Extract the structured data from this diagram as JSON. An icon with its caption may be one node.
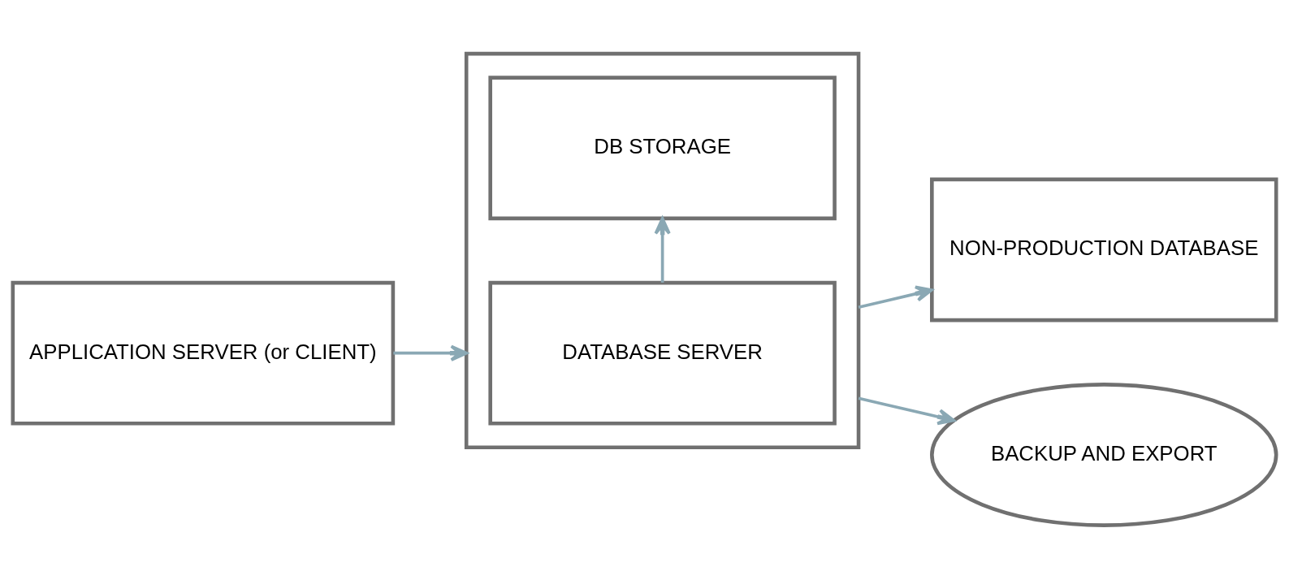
{
  "diagram": {
    "nodes": [
      {
        "text": [
          "APPLICATION SERVER (or CLIENT)"
        ]
      },
      {
        "text": [],
        "shape": "box"
      },
      {
        "text": [
          "DATABASE SERVER"
        ],
        "in": 1
      },
      {
        "text": [
          "DB STORAGE"
        ],
        "in": 1
      },
      {
        "text": [
          "NON-PRODUCTION DATABASE"
        ]
      },
      {
        "text": [
          "BACKUP AND EXPORT"
        ]
      }
    ],
    "edges": [
      {
        "from": 0,
        "to": 1,
        "arrow": "to"
      },
      {
        "from": 1,
        "to": 4,
        "arrow": "to"
      },
      {
        "from": 2,
        "to": 3,
        "arrow": "to"
      },
      {
        "from": 1,
        "to": 5,
        "arrow": "to"
      }
    ]
  }
}
